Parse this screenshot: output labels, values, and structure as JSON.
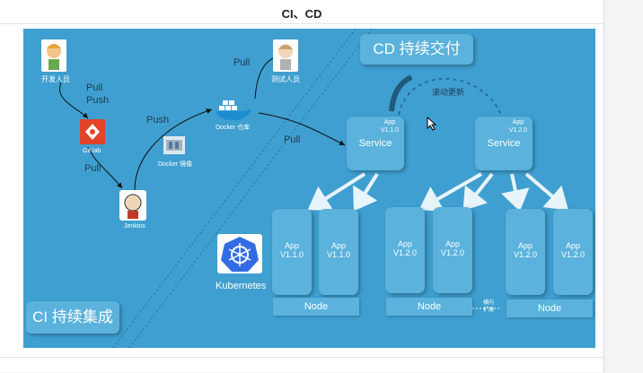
{
  "page": {
    "title": "CI、CD"
  },
  "diagram": {
    "ci_label": "CI 持续集成",
    "cd_label": "CD 持续交付",
    "developer": "开发人员",
    "tester": "测试人员",
    "gitlab": "Git lab",
    "jenkins": "Jenkins",
    "docker_image": "Docker 镜像",
    "docker_registry": "Docker 仓库",
    "kubernetes": "Kubernetes",
    "rolling_update": "滚动更新",
    "scale": "横向\n扩展",
    "arrows": {
      "dev_pull": "Pull",
      "dev_push": "Push",
      "gitlab_pull": "Pull",
      "jenkins_push": "Push",
      "tester_pull": "Pull",
      "registry_pull": "Pull"
    },
    "services": [
      {
        "name": "Service",
        "app": "App",
        "version": "V1.1.0"
      },
      {
        "name": "Service",
        "app": "App",
        "version": "V1.2.0"
      }
    ],
    "apps": [
      {
        "app": "App",
        "version": "V1.1.0"
      },
      {
        "app": "App",
        "version": "V1.1.0"
      },
      {
        "app": "App",
        "version": "V1.2.0"
      },
      {
        "app": "App",
        "version": "V1.2.0"
      },
      {
        "app": "App",
        "version": "V1.2.0"
      },
      {
        "app": "App",
        "version": "V1.2.0"
      }
    ],
    "nodes": [
      "Node",
      "Node",
      "Node"
    ]
  }
}
